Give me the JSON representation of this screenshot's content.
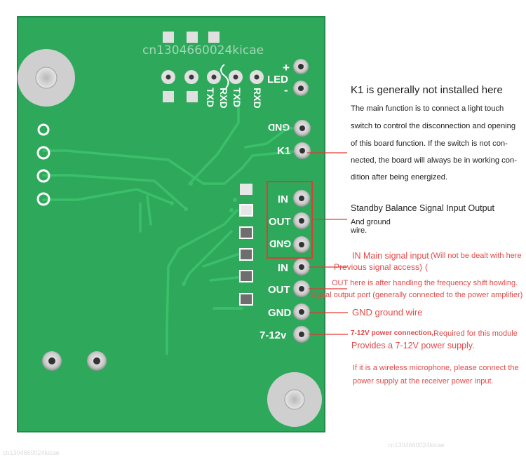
{
  "pcb": {
    "watermark": "cn1304660024kicae",
    "silkscreen": {
      "plus": "+",
      "minus": "-",
      "led": "LED",
      "txd": "TXD",
      "rxd": "RXD",
      "gnd": "GND",
      "k1": "K1",
      "in": "IN",
      "out": "OUT",
      "v712": "7-12v"
    }
  },
  "annotations": {
    "k1_title": "K1 is generally not installed here",
    "k1_desc": [
      "The main function is to connect a light touch",
      "switch to control the disconnection and opening",
      "of this board function. If the switch is not con-",
      "nected, the board will always be in working con-",
      "dition after being energized."
    ],
    "standby_title": "Standby Balance Signal Input Output",
    "standby_sub_1": "And ground",
    "standby_sub_2": "wire.",
    "in_main": "IN Main signal input",
    "in_main_note": "(Will not be dealt with here",
    "previous_signal": "Previous signal access)",
    "previous_mark": "(",
    "out_here": "OUT here is after handling the frequency shift howling.",
    "out_port": "Signal output port (generally connected to the power amplifier)",
    "gnd_wire": "GND ground wire",
    "power_label": "7-12V power connection,",
    "power_required": "Required for this module",
    "power_supply": "Provides a 7-12V power supply.",
    "wireless_1": "If it is a wireless microphone, please connect the",
    "wireless_2": "power supply at the receiver power input."
  },
  "watermarks": {
    "bottom_left": "cn1304660024kicae",
    "bottom_right": "cn1304660024kicae"
  },
  "colors": {
    "board": "#2ea85b",
    "pad": "#d9d9d9",
    "silk": "#ffffff",
    "highlight": "#e53935",
    "note_red": "#e04a4a"
  }
}
